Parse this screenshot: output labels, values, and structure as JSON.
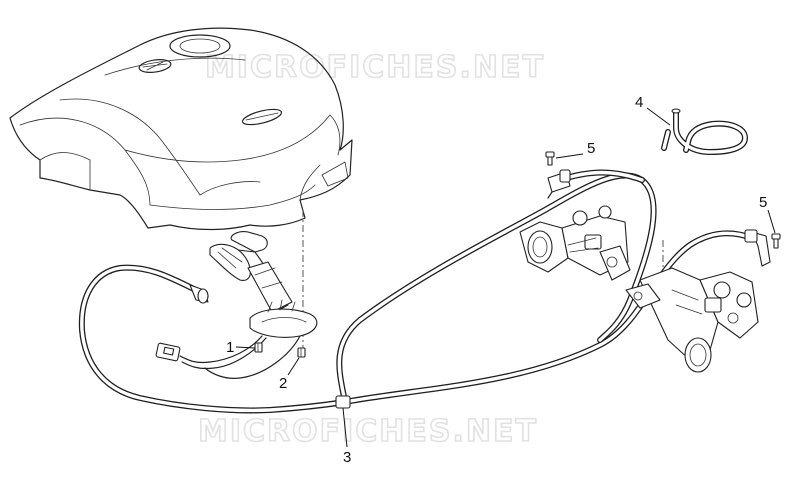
{
  "watermark": {
    "top_text": "MICROFICHES.NET",
    "bottom_text": "MICROFICHES.NET"
  },
  "callouts": [
    {
      "id": "callout-1",
      "label": "1"
    },
    {
      "id": "callout-2",
      "label": "2"
    },
    {
      "id": "callout-3",
      "label": "3"
    },
    {
      "id": "callout-4",
      "label": "4"
    },
    {
      "id": "callout-5a",
      "label": "5"
    },
    {
      "id": "callout-5b",
      "label": "5"
    }
  ]
}
